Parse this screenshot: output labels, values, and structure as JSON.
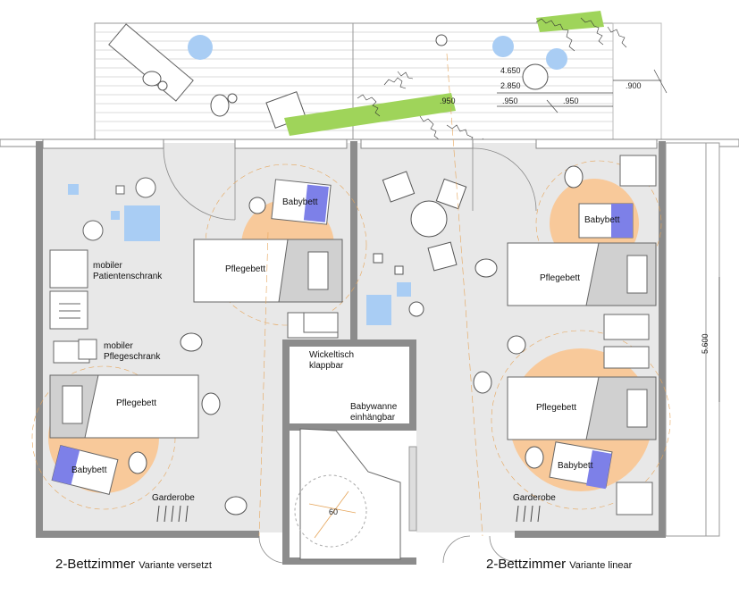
{
  "labels": {
    "mobiler_patientenschrank_line1": "mobiler",
    "mobiler_patientenschrank_line2": "Patientenschrank",
    "mobiler_pflegeschrank_line1": "mobiler",
    "mobiler_pflegeschrank_line2": "Pflegeschrank",
    "pflegebett": "Pflegebett",
    "babybett": "Babybett",
    "garderobe": "Garderobe",
    "wickeltisch_line1": "Wickeltisch",
    "wickeltisch_line2": "klappbar",
    "babywanne_line1": "Babywanne",
    "babywanne_line2": "einhängbar"
  },
  "dimensions": {
    "d4650": "4.650",
    "d2850": "2.850",
    "d950": ".950",
    "d950b": ".950",
    "d950c": ".950",
    "d900": ".900",
    "d5600": "5.600",
    "d60": "60"
  },
  "captions": {
    "left_title": "2-Bettzimmer",
    "left_variant": "Variante versetzt",
    "right_title": "2-Bettzimmer",
    "right_variant": "Variante linear"
  },
  "colors": {
    "floor": "#e8e8e8",
    "wall": "#8c8c8c",
    "furniture": "#ffffff",
    "accent_blue": "#a9cdf4",
    "accent_purple": "#7d80e8",
    "accent_orange": "#f8c99a",
    "grass": "#8fd04a",
    "line": "#555555"
  }
}
